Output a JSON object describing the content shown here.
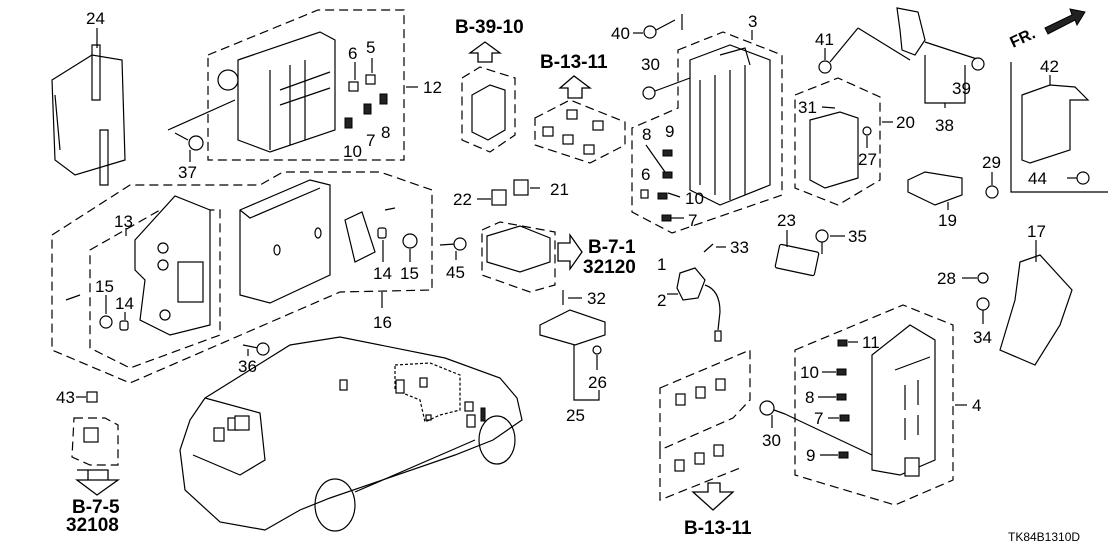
{
  "diagram": {
    "code": "TK84B1310D",
    "direction_label": "FR.",
    "references": {
      "b39_10": "B-39-10",
      "b13_11_top": "B-13-11",
      "b13_11_bottom": "B-13-11",
      "b7_1": "B-7-1",
      "b7_1_part": "32120",
      "b7_5": "B-7-5",
      "b7_5_part": "32108"
    },
    "callouts": {
      "c1": "1",
      "c2": "2",
      "c3": "3",
      "c4": "4",
      "c5": "5",
      "c6a": "6",
      "c6b": "6",
      "c7a": "7",
      "c7b": "7",
      "c7c": "7",
      "c8a": "8",
      "c8b": "8",
      "c8c": "8",
      "c9a": "9",
      "c9b": "9",
      "c10a": "10",
      "c10b": "10",
      "c10c": "10",
      "c11": "11",
      "c12": "12",
      "c13": "13",
      "c14a": "14",
      "c14b": "14",
      "c15a": "15",
      "c15b": "15",
      "c16": "16",
      "c17": "17",
      "c19": "19",
      "c20": "20",
      "c21": "21",
      "c22": "22",
      "c23": "23",
      "c24": "24",
      "c25": "25",
      "c26": "26",
      "c27": "27",
      "c28": "28",
      "c29": "29",
      "c30a": "30",
      "c30b": "30",
      "c31": "31",
      "c32": "32",
      "c33": "33",
      "c34": "34",
      "c35": "35",
      "c36": "36",
      "c37": "37",
      "c38": "38",
      "c39": "39",
      "c40": "40",
      "c41": "41",
      "c42": "42",
      "c43": "43",
      "c44": "44",
      "c45": "45"
    }
  }
}
